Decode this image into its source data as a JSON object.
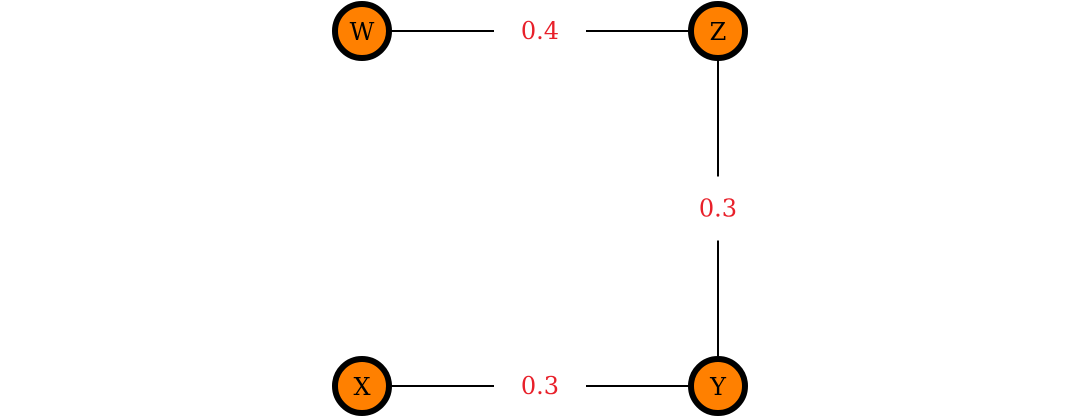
{
  "graph": {
    "colors": {
      "node_fill": "#ff8000",
      "node_stroke": "#000000",
      "edge_stroke": "#000000",
      "weight_label": "#e8202a"
    },
    "nodes": [
      {
        "id": "W",
        "label": "W"
      },
      {
        "id": "Z",
        "label": "Z"
      },
      {
        "id": "X",
        "label": "X"
      },
      {
        "id": "Y",
        "label": "Y"
      }
    ],
    "edges": [
      {
        "from": "W",
        "to": "Z",
        "weight": "0.4"
      },
      {
        "from": "Z",
        "to": "Y",
        "weight": "0.3"
      },
      {
        "from": "X",
        "to": "Y",
        "weight": "0.3"
      }
    ]
  }
}
